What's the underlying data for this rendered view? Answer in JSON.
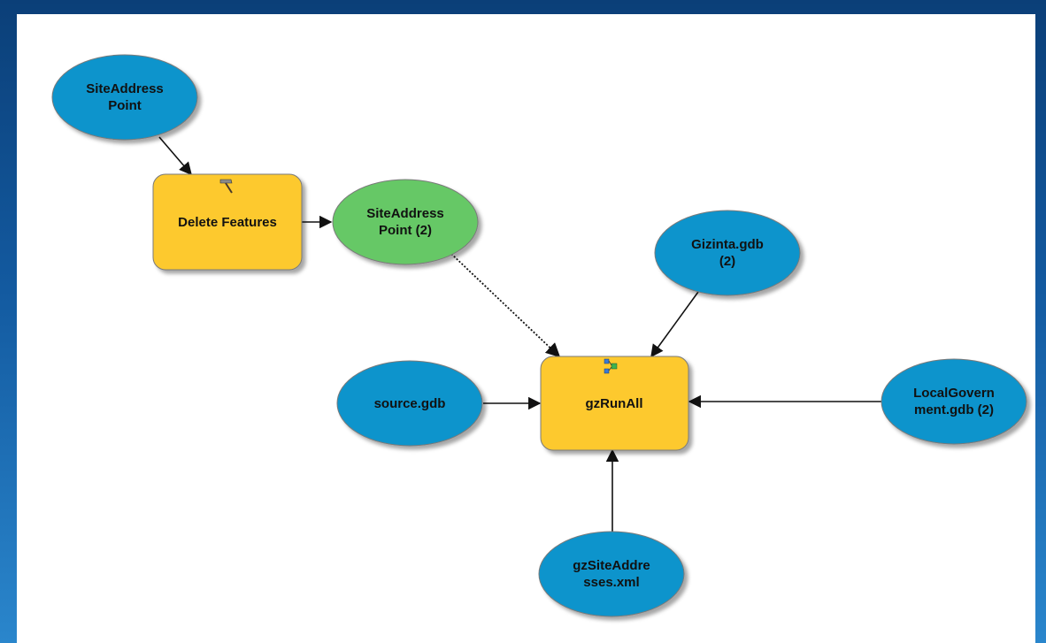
{
  "colors": {
    "data_ellipse": "#0d94cc",
    "derived_ellipse": "#66c866",
    "tool_box": "#fdc92f",
    "outline": "#7a7a7a",
    "connector": "#111111"
  },
  "nodes": {
    "site_address_point": {
      "lines": [
        "SiteAddress",
        "Point"
      ]
    },
    "delete_features": {
      "lines": [
        "Delete Features"
      ],
      "icon": "hammer-icon"
    },
    "site_address_point_2": {
      "lines": [
        "SiteAddress",
        "Point (2)"
      ]
    },
    "gizinta_gdb_2": {
      "lines": [
        "Gizinta.gdb",
        "(2)"
      ]
    },
    "source_gdb": {
      "lines": [
        "source.gdb"
      ]
    },
    "gz_run_all": {
      "lines": [
        "gzRunAll"
      ],
      "icon": "model-tool-icon"
    },
    "local_government_gdb_2": {
      "lines": [
        "LocalGovern",
        "ment.gdb (2)"
      ]
    },
    "gz_site_addresses_xml": {
      "lines": [
        "gzSiteAddre",
        "sses.xml"
      ]
    }
  },
  "connections": [
    {
      "from": "SiteAddress Point",
      "to": "Delete Features",
      "style": "solid"
    },
    {
      "from": "Delete Features",
      "to": "SiteAddress Point (2)",
      "style": "solid"
    },
    {
      "from": "SiteAddress Point (2)",
      "to": "gzRunAll",
      "style": "dotted"
    },
    {
      "from": "Gizinta.gdb (2)",
      "to": "gzRunAll",
      "style": "solid"
    },
    {
      "from": "source.gdb",
      "to": "gzRunAll",
      "style": "solid"
    },
    {
      "from": "LocalGovernment.gdb (2)",
      "to": "gzRunAll",
      "style": "solid"
    },
    {
      "from": "gzSiteAddresses.xml",
      "to": "gzRunAll",
      "style": "solid"
    }
  ]
}
